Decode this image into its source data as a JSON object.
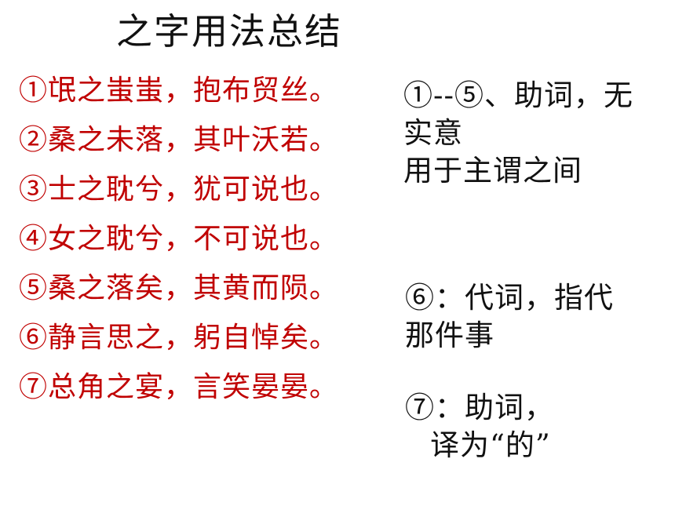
{
  "title": "之字用法总结",
  "examples": [
    "①氓之蚩蚩，抱布贸丝。",
    "②桑之未落，其叶沃若。",
    "③士之耽兮，犹可说也。",
    "④女之耽兮，不可说也。",
    "⑤桑之落矣，其黄而陨。",
    "⑥静言思之，躬自悼矣。",
    "⑦总角之宴，言笑晏晏。"
  ],
  "notes": {
    "note1": {
      "line1": "①--⑤、助词，无",
      "line2": "实意",
      "line3": "用于主谓之间"
    },
    "note2": {
      "line1": "⑥：代词，指代",
      "line2": "那件事"
    },
    "note3": {
      "line1": "⑦：助词，",
      "line2": "译为“的”"
    }
  },
  "colors": {
    "example_text": "#c00000",
    "body_text": "#111111",
    "background": "#ffffff"
  }
}
